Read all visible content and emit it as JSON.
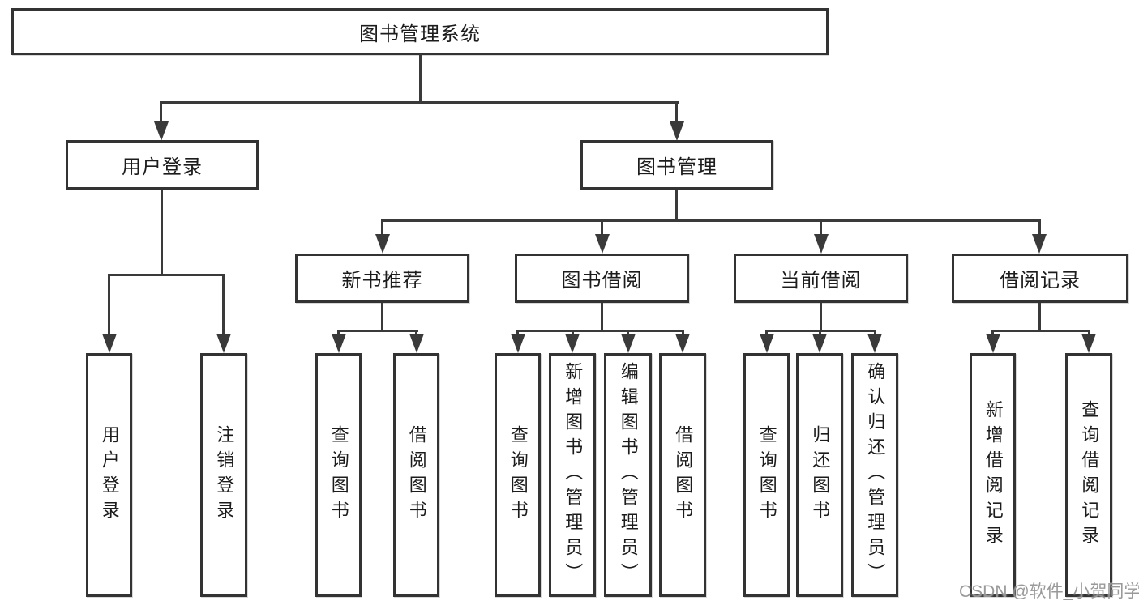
{
  "palette": {
    "background": "#ffffff",
    "box_border": "#333333",
    "line_color": "#3a3a3a",
    "text_color": "#1c1c1c",
    "watermark_color": "#949494"
  },
  "tree": {
    "root": {
      "label": "图书管理系统"
    },
    "branches": [
      {
        "label": "用户登录",
        "children": [
          {
            "label": "用户登录"
          },
          {
            "label": "注销登录"
          }
        ]
      },
      {
        "label": "图书管理",
        "children": [
          {
            "label": "新书推荐",
            "children": [
              {
                "label": "查询图书"
              },
              {
                "label": "借阅图书"
              }
            ]
          },
          {
            "label": "图书借阅",
            "children": [
              {
                "label": "查询图书"
              },
              {
                "label": "新增图书（管理员）"
              },
              {
                "label": "编辑图书（管理员）"
              },
              {
                "label": "借阅图书"
              }
            ]
          },
          {
            "label": "当前借阅",
            "children": [
              {
                "label": "查询图书"
              },
              {
                "label": "归还图书"
              },
              {
                "label": "确认归还（管理员）"
              }
            ]
          },
          {
            "label": "借阅记录",
            "children": [
              {
                "label": "新增借阅记录"
              },
              {
                "label": "查询借阅记录"
              }
            ]
          }
        ]
      }
    ]
  },
  "watermark": {
    "text": "CSDN @软件_小贺同学"
  }
}
